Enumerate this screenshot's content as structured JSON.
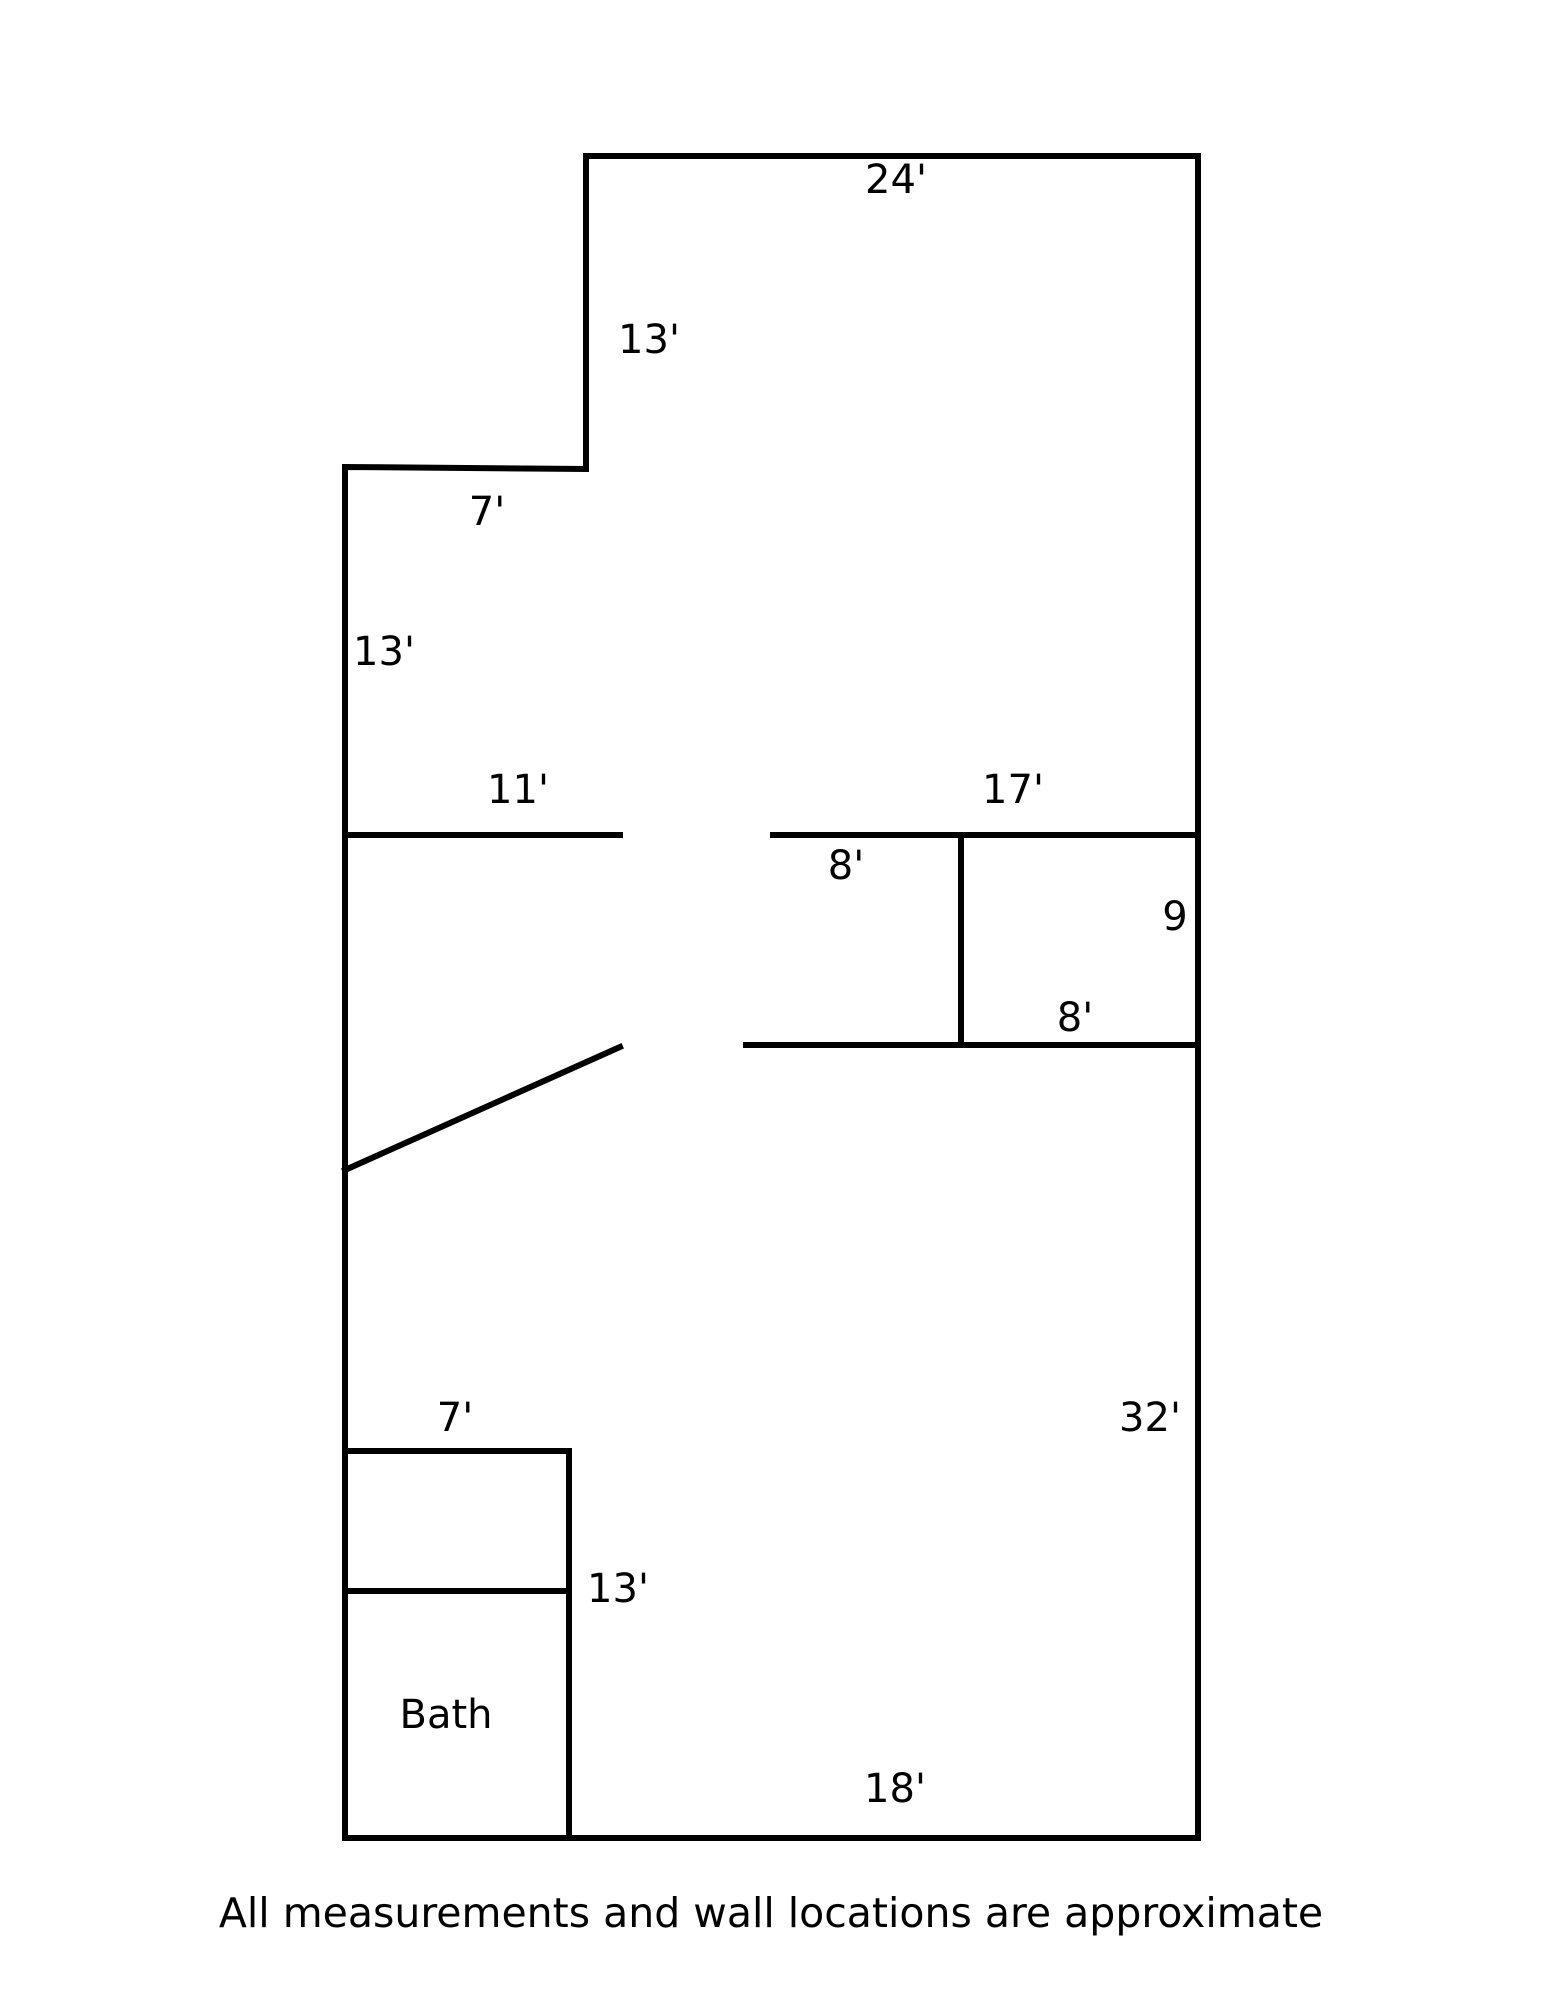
{
  "floorplan": {
    "labels": {
      "top_width": "24'",
      "upper_step_wall": "13'",
      "step_width": "7'",
      "left_upper_wall": "13'",
      "partition_left": "11'",
      "partition_right": "17'",
      "closet_top": "8'",
      "closet_side": "9",
      "closet_bottom": "8'",
      "bath_top": "7'",
      "right_lower_wall": "32'",
      "bath_side": "13'",
      "bath_room": "Bath",
      "bottom_width": "18'"
    },
    "footnote": "All measurements and wall locations are approximate"
  }
}
